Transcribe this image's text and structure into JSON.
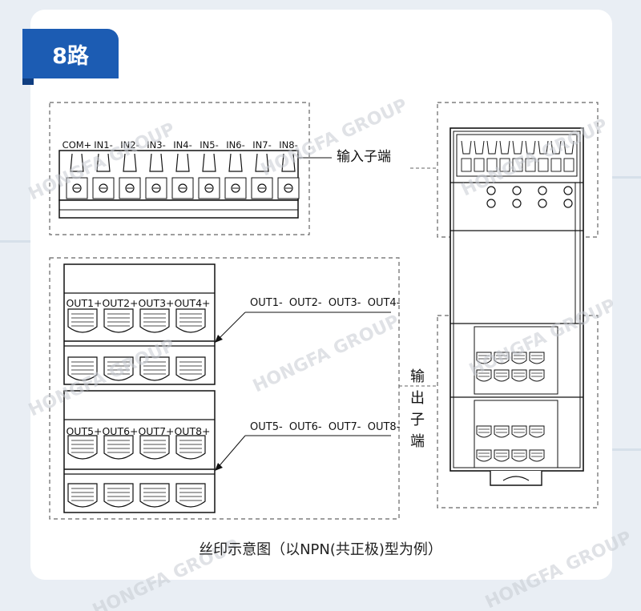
{
  "badge": {
    "label": "8路"
  },
  "input_terminal": {
    "labels": [
      "COM+",
      "IN1-",
      "IN2-",
      "IN3-",
      "IN4-",
      "IN5-",
      "IN6-",
      "IN7-",
      "IN8-"
    ],
    "callout": "输入子端"
  },
  "output_terminal": {
    "block1_labels": [
      "OUT1+",
      "OUT2+",
      "OUT3+",
      "OUT4+"
    ],
    "block1_callout": "OUT1-  OUT2-  OUT3-  OUT4-",
    "block2_labels": [
      "OUT5+",
      "OUT6+",
      "OUT7+",
      "OUT8+"
    ],
    "block2_callout": "OUT5-  OUT6-  OUT7-  OUT8-",
    "callout_chars": [
      "输",
      "出",
      "子",
      "端"
    ]
  },
  "caption": "丝印示意图（以NPN(共正极)型为例）",
  "watermark": "HONGFA GROUP",
  "colors": {
    "badge": "#1c5cb3",
    "background": "#e9eef4",
    "card": "#ffffff"
  }
}
